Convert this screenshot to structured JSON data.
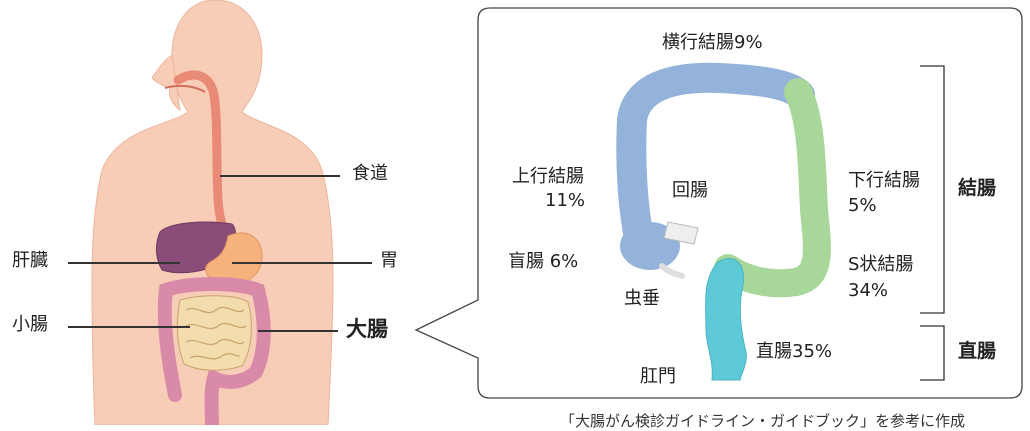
{
  "body_labels": {
    "esophagus": "食道",
    "liver": "肝臓",
    "stomach": "胃",
    "small_intestine": "小腸",
    "large_intestine": "大腸"
  },
  "colon_labels": {
    "transverse": "横行結腸9%",
    "ascending_name": "上行結腸",
    "ascending_pct": "11%",
    "ileum": "回腸",
    "cecum": "盲腸 6%",
    "appendix": "虫垂",
    "descending_name": "下行結腸",
    "descending_pct": "5%",
    "sigmoid_name": "S状結腸",
    "sigmoid_pct": "34%",
    "rectum": "直腸35%",
    "anus": "肛門"
  },
  "groups": {
    "colon": "結腸",
    "rectum": "直腸"
  },
  "source_note": "「大腸がん検診ガイドライン・ガイドブック」を参考に作成"
}
